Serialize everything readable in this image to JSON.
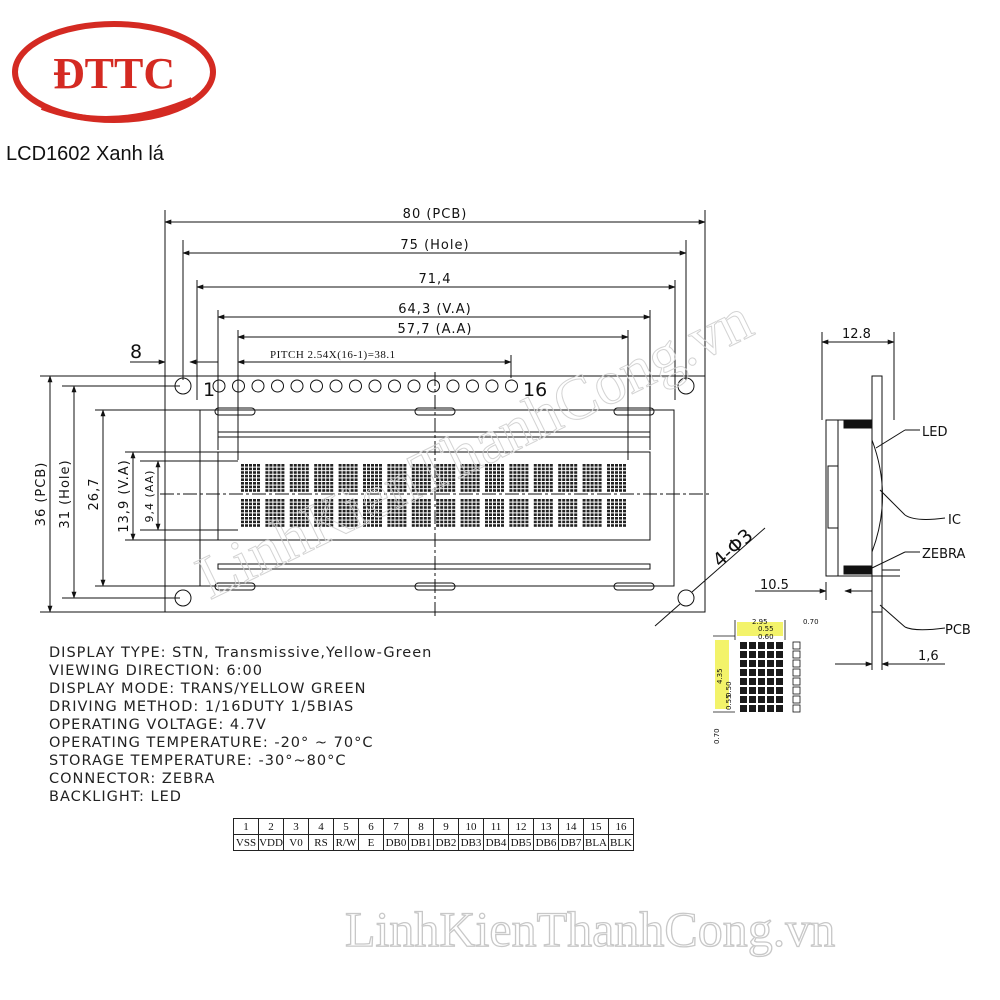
{
  "logo": {
    "text": "ĐTTC",
    "color": "#d42a22"
  },
  "title": "LCD1602 Xanh lá",
  "dimensions": {
    "pcb_width": "80 (PCB)",
    "hole_width": "75 (Hole)",
    "outline_width": "71,4",
    "va_width": "64,3 (V.A)",
    "aa_width": "57,7 (A.A)",
    "pitch": "PITCH 2.54X(16-1)=38.1",
    "left_offset": "8",
    "pin_first": "1",
    "pin_last": "16",
    "pcb_height": "36 (PCB)",
    "hole_height": "31 (Hole)",
    "bezel_height": "26,7",
    "va_height": "13,9 (V.A)",
    "aa_height": "9,4 (AA)",
    "holes": "4-Φ3"
  },
  "side_view": {
    "depth": "12.8",
    "led": "LED",
    "ic": "IC",
    "zebra": "ZEBRA",
    "pcb": "PCB",
    "offset": "10.5",
    "pcb_thickness": "1,6"
  },
  "char_detail": {
    "w1": "2.95",
    "w2": "0.55",
    "w3": "0.60",
    "right": "0.70",
    "h1": "4.35",
    "h2": "0.50",
    "h3": "0.55",
    "bottom": "0.70"
  },
  "specs": [
    "DISPLAY TYPE:  STN,   Transmissive,Yellow-Green",
    "VIEWING DIRECTION: 6:00",
    "DISPLAY MODE: TRANS/YELLOW GREEN",
    "DRIVING METHOD: 1/16DUTY 1/5BIAS",
    "OPERATING VOLTAGE: 4.7V",
    "OPERATING TEMPERATURE: -20° ~ 70°C",
    "STORAGE TEMPERATURE: -30°~80°C",
    "CONNECTOR: ZEBRA",
    "BACKLIGHT: LED"
  ],
  "pin_numbers": [
    "1",
    "2",
    "3",
    "4",
    "5",
    "6",
    "7",
    "8",
    "9",
    "10",
    "11",
    "12",
    "13",
    "14",
    "15",
    "16"
  ],
  "pin_names": [
    "VSS",
    "VDD",
    "V0",
    "RS",
    "R/W",
    "E",
    "DB0",
    "DB1",
    "DB2",
    "DB3",
    "DB4",
    "DB5",
    "DB6",
    "DB7",
    "BLA",
    "BLK"
  ],
  "watermark": "LinhKienThanhCong.vn",
  "watermark_diagonal": "LinhKienThanhCong.vn"
}
